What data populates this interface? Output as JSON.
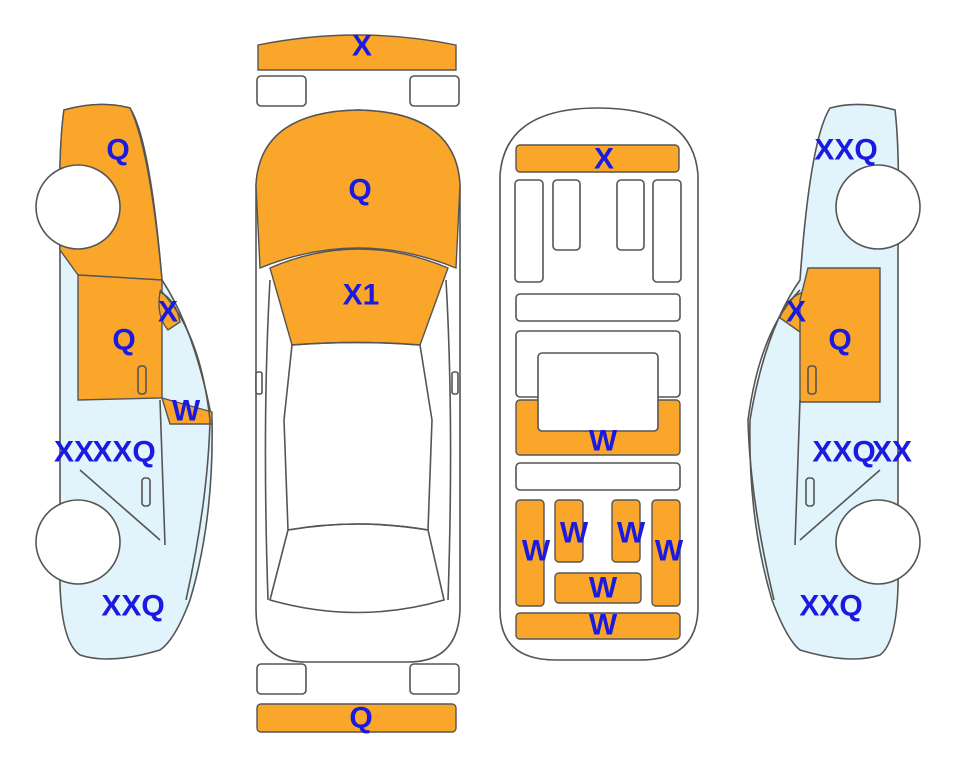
{
  "colors": {
    "damage_fill": "#f9a62a",
    "panel_tint": "#e1f4fb",
    "label_text": "#1a1ae0",
    "outline": "#555555"
  },
  "views": {
    "left_side": {
      "front_panel": "Q",
      "front_door": "Q",
      "front_window": "X",
      "mirror": "W",
      "rear_door_a": "XX",
      "rear_door_b": "XXQ",
      "rear_quarter": "XXQ"
    },
    "top": {
      "front_bumper": "X",
      "hood": "Q",
      "windshield": "X1",
      "rear_bumper": "Q"
    },
    "interior": {
      "dashboard": "X",
      "front_floor": "W",
      "rear_outer_left": "W",
      "rear_seat_left": "W",
      "rear_seat_right": "W",
      "rear_outer_right": "W",
      "rear_center": "W",
      "trunk": "W"
    },
    "right_side": {
      "rear_quarter_top": "XXQ",
      "rear_window": "X",
      "rear_door": "Q",
      "front_door_a": "XXQ",
      "front_door_b": "XX",
      "front_quarter": "XXQ"
    }
  }
}
